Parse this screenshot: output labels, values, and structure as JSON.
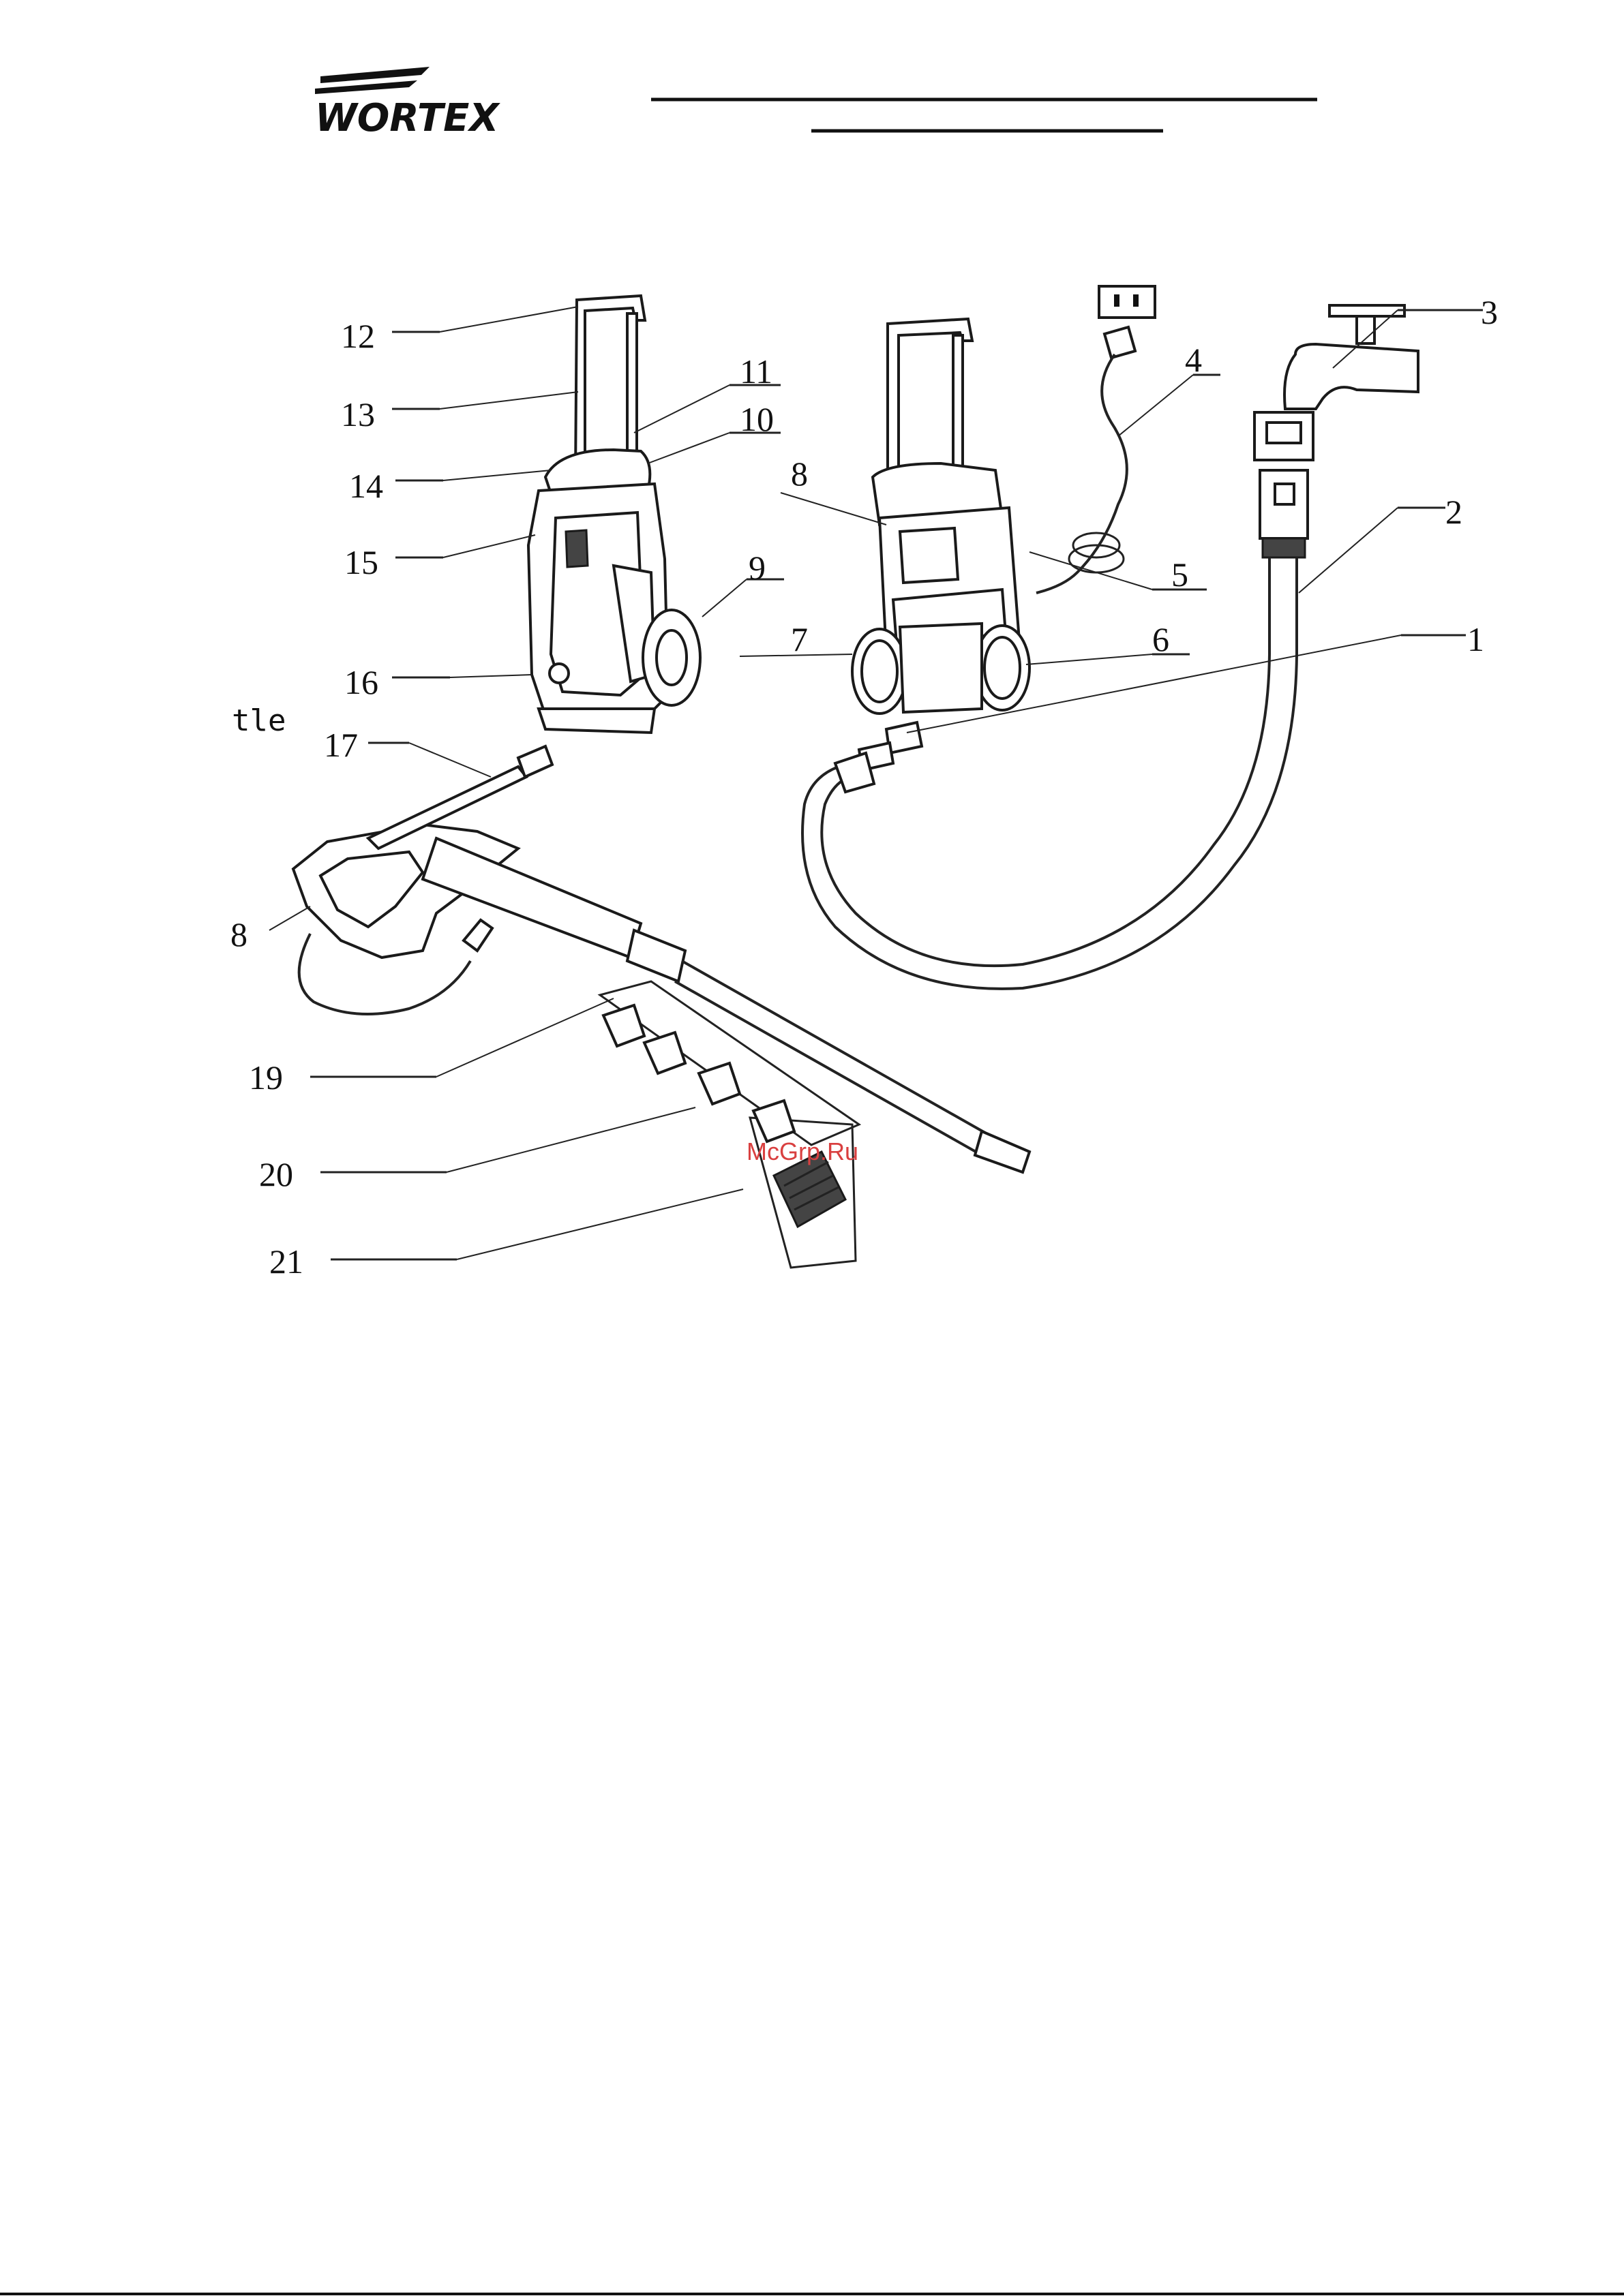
{
  "header": {
    "brand": "WORTEX"
  },
  "watermark": "McGrp.Ru",
  "fragment_text": "tle",
  "fragment_label": "8",
  "callouts": {
    "c1": "1",
    "c2": "2",
    "c3": "3",
    "c4": "4",
    "c5": "5",
    "c6": "6",
    "c7": "7",
    "c8": "8",
    "c9": "9",
    "c10": "10",
    "c11": "11",
    "c12": "12",
    "c13": "13",
    "c14": "14",
    "c15": "15",
    "c16": "16",
    "c17": "17",
    "c19": "19",
    "c20": "20",
    "c21": "21"
  },
  "colors": {
    "ink": "#111111",
    "watermark": "#d94040"
  }
}
